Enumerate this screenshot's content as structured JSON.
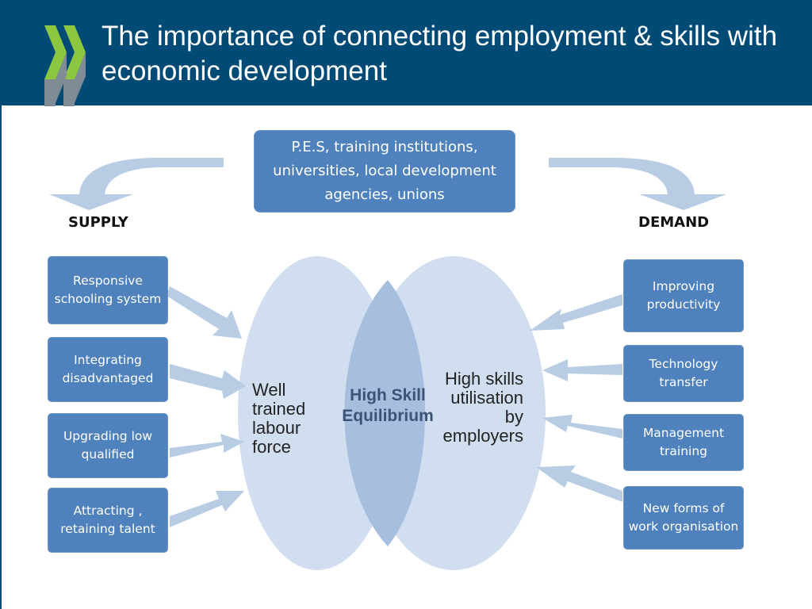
{
  "header": {
    "title": "The importance of connecting employment & skills with economic development",
    "background_color": "#004a76",
    "logo_icon": "oecd-chevron-logo"
  },
  "diagram": {
    "top_box": "P.E.S, training institutions, universities, local development agencies, unions",
    "supply_label": "SUPPLY",
    "demand_label": "DEMAND",
    "supply_items": [
      "Responsive schooling system",
      "Integrating disadvantaged",
      "Upgrading low qualified",
      "Attracting , retaining talent"
    ],
    "demand_items": [
      "Improving productivity",
      "Technology transfer",
      "Management training",
      "New forms of work organisation"
    ],
    "left_circle": "Well trained labour force",
    "right_circle": "High skills utilisation by employers",
    "overlap": "High Skill Equilibrium",
    "colors": {
      "box_fill": "#4f81bd",
      "circle_fill": "#d0deef",
      "overlap_fill": "#a6bfdf",
      "arrow_fill": "#b8cce4"
    }
  }
}
